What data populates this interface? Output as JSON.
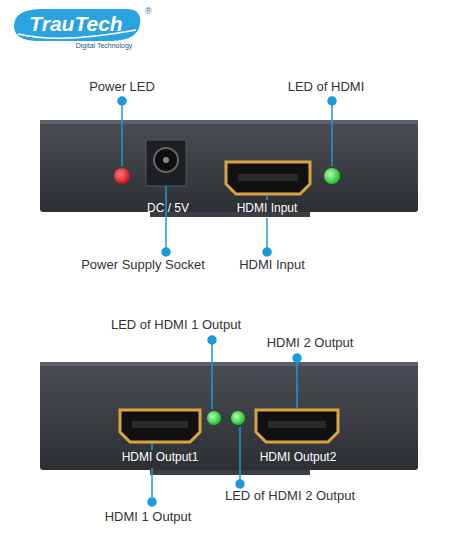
{
  "diagram": {
    "labels": [
      "TrauTech",
      "®",
      "Digital Technology",
      "Power LED",
      "LED of HDMI",
      "DC / 5V",
      "HDMI Input",
      "Power Supply Socket",
      "HDMI Input",
      "LED of HDMI 1 Output",
      "HDMI 2 Output",
      "HDMI Output1",
      "HDMI Output2",
      "LED of HDMI 2 Output",
      "HDMI 1 Output"
    ]
  }
}
